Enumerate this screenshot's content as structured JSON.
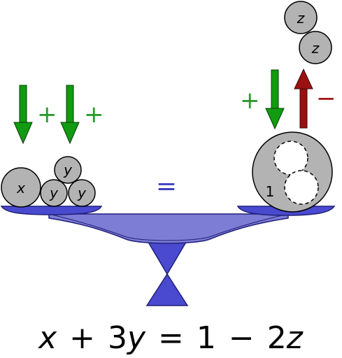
{
  "left_pan": {
    "ball_x_label": "x",
    "ball_y_labels": [
      "y",
      "y",
      "y"
    ],
    "arrow_signs": [
      "+",
      "+"
    ]
  },
  "right_pan": {
    "big_ball_label": "1",
    "arrow_plus_sign": "+",
    "arrow_minus_sign": "−",
    "removed_ball_labels": [
      "z",
      "z"
    ]
  },
  "balance_sign": "=",
  "equation": {
    "x": "x",
    "plus": "+",
    "three": "3",
    "y": "y",
    "equals": "=",
    "one": "1",
    "minus": "−",
    "two": "2",
    "z": "z"
  },
  "colors": {
    "ball_fill": "#b3b3b3",
    "scale_blue": "#4a4ad0",
    "plank_blue": "#7d7dd6",
    "arrow_green": "#119b11",
    "arrow_red": "#9b1111",
    "sign_green": "#2a9a2a",
    "sign_red": "#a51010"
  },
  "icons": {
    "down_arrows": "green-down-arrow-icon",
    "up_arrow": "red-up-arrow-icon"
  }
}
